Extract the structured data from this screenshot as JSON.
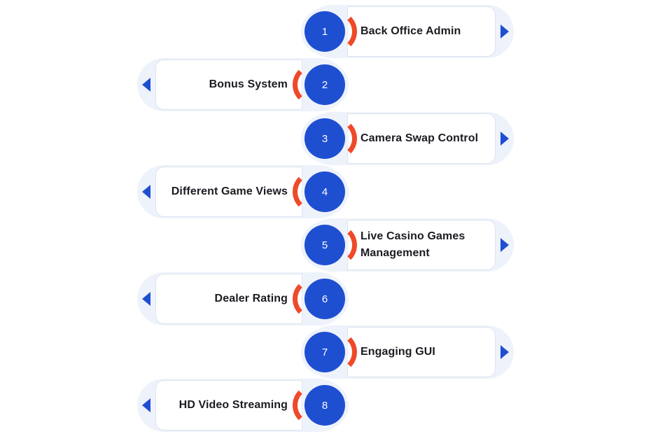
{
  "steps": [
    {
      "number": "1",
      "label": "Back Office Admin",
      "side": "right"
    },
    {
      "number": "2",
      "label": "Bonus System",
      "side": "left"
    },
    {
      "number": "3",
      "label": "Camera Swap Control",
      "side": "right"
    },
    {
      "number": "4",
      "label": "Different Game Views",
      "side": "left"
    },
    {
      "number": "5",
      "label": "Live Casino Games Management",
      "side": "right"
    },
    {
      "number": "6",
      "label": "Dealer Rating",
      "side": "left"
    },
    {
      "number": "7",
      "label": "Engaging GUI",
      "side": "right"
    },
    {
      "number": "8",
      "label": "HD Video Streaming",
      "side": "left"
    }
  ],
  "colors": {
    "circle": "#1f4fd1",
    "arc": "#ee4a2a",
    "frame": "#eef2fb",
    "text": "#1b1b22"
  },
  "icons": {
    "pointer_right": "triangle-right-icon",
    "pointer_left": "triangle-left-icon"
  }
}
